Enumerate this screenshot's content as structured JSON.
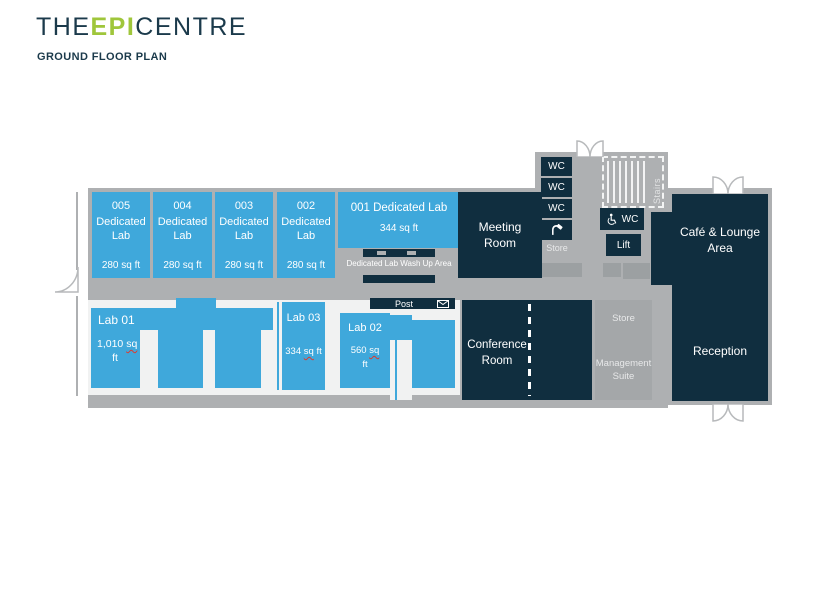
{
  "header": {
    "title_the": "THE",
    "title_epi": "EPI",
    "title_centre": "CENTRE",
    "subtitle": "GROUND FLOOR PLAN"
  },
  "colors": {
    "lab_blue": "#3FA8DB",
    "room_navy": "#102E3F",
    "wall_gray": "#AEB0B2",
    "logo_green": "#9FC63B",
    "logo_navy": "#1B3A4B",
    "spellcheck_red": "#E0392B"
  },
  "plan": {
    "labs_top": [
      {
        "number": "005",
        "name": "Dedicated Lab",
        "area": "280 sq ft"
      },
      {
        "number": "004",
        "name": "Dedicated Lab",
        "area": "280 sq ft"
      },
      {
        "number": "003",
        "name": "Dedicated Lab",
        "area": "280 sq ft"
      },
      {
        "number": "002",
        "name": "Dedicated Lab",
        "area": "280 sq ft"
      }
    ],
    "lab_001": {
      "label": "001 Dedicated Lab",
      "area": "344 sq ft"
    },
    "washup": {
      "label": "Dedicated Lab Wash Up Area"
    },
    "meeting_room": {
      "label": "Meeting Room"
    },
    "wc": {
      "label": "WC"
    },
    "store_upper": {
      "label": "Store"
    },
    "stairs": {
      "label": "Stairs"
    },
    "accessible_wc": {
      "label": "WC"
    },
    "lift": {
      "label": "Lift"
    },
    "cafe": {
      "label": "Café & Lounge Area"
    },
    "reception": {
      "label": "Reception"
    },
    "post": {
      "label": "Post"
    },
    "lab_01": {
      "name": "Lab 01",
      "area_value": "1,010",
      "area_sq": "sq",
      "area_ft": "ft"
    },
    "lab_03": {
      "name": "Lab 03",
      "area_value": "334",
      "area_sq": "sq",
      "area_ft": "ft"
    },
    "lab_02": {
      "name": "Lab 02",
      "area_value": "560",
      "area_sq": "sq",
      "area_ft": "ft"
    },
    "conference_room": {
      "label": "Conference Room"
    },
    "store_lower": {
      "label": "Store"
    },
    "management_suite": {
      "label": "Management Suite"
    }
  }
}
